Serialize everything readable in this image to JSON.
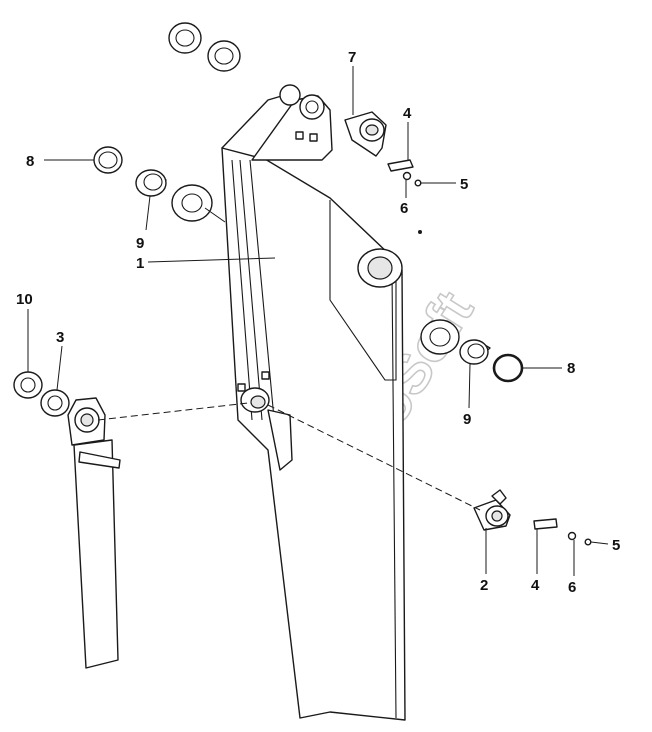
{
  "watermark": "AutoSoft",
  "callouts": [
    {
      "id": "c1",
      "text": "1"
    },
    {
      "id": "c2",
      "text": "2"
    },
    {
      "id": "c3",
      "text": "3"
    },
    {
      "id": "c4a",
      "text": "4"
    },
    {
      "id": "c4b",
      "text": "4"
    },
    {
      "id": "c5a",
      "text": "5"
    },
    {
      "id": "c5b",
      "text": "5"
    },
    {
      "id": "c6a",
      "text": "6"
    },
    {
      "id": "c6b",
      "text": "6"
    },
    {
      "id": "c7",
      "text": "7"
    },
    {
      "id": "c8a",
      "text": "8"
    },
    {
      "id": "c8b",
      "text": "8"
    },
    {
      "id": "c9a",
      "text": "9"
    },
    {
      "id": "c9b",
      "text": "9"
    },
    {
      "id": "c10",
      "text": "10"
    }
  ],
  "colors": {
    "line": "#1a1a1a",
    "watermark": "#c8c8c8",
    "background": "#ffffff"
  }
}
